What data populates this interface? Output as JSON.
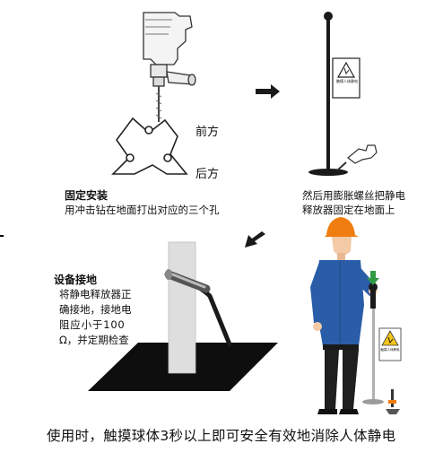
{
  "step1": {
    "title": "固定安装",
    "desc": "用冲击钻在地面打出对应的三个孔",
    "front_label": "前方",
    "back_label": "后方"
  },
  "step2": {
    "desc_line1": "然后用膨胀螺丝把静电",
    "desc_line2": "释放器固定在地面上",
    "sign_text": "触摸人体静电"
  },
  "step3": {
    "title": "设备接地",
    "lines": [
      "将静电释放器正",
      "确接地，接地电",
      "阻应小于100",
      "Ω，并定期检查"
    ]
  },
  "step4": {
    "sign_text": "触摸人体静电"
  },
  "caption": "使用时，触摸球体3秒以上即可安全有效地消除人体静电",
  "colors": {
    "helmet": "#f07d0f",
    "uniform": "#2a5da8",
    "arrow": "#1a1a1a",
    "sign_yellow": "#f3c41c",
    "ground_arrow": "#2f9b45"
  }
}
